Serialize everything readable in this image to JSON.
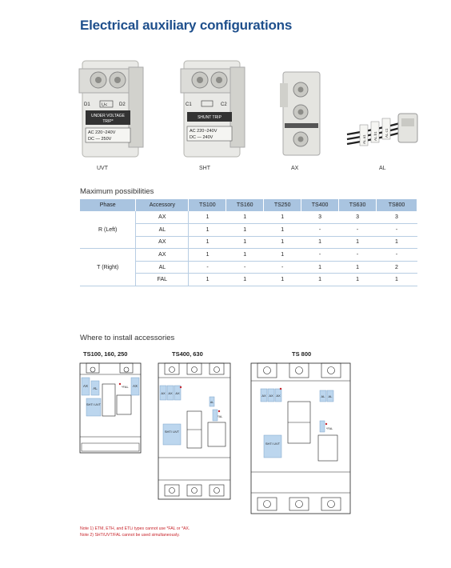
{
  "title": "Electrical auxiliary configurations",
  "products": [
    {
      "label": "UVT",
      "face_lines": [
        "UNDER VOLTAGE",
        "TRIP*",
        "AC  220~240V",
        "DC  —  250V"
      ],
      "terminals": [
        "D1",
        "U<",
        "D2"
      ]
    },
    {
      "label": "SHT",
      "face_lines": [
        "SHUNT TRIP",
        "AC  220~240V",
        "DC  —  240V"
      ],
      "terminals": [
        "C1",
        "C2"
      ]
    },
    {
      "label": "AX"
    },
    {
      "label": "AL",
      "tag_lines": [
        "AL  a1",
        "AL  b1",
        "AL  c1"
      ]
    }
  ],
  "max_section_title": "Maximum possibilities",
  "table": {
    "headers": [
      "Phase",
      "Accessory",
      "TS100",
      "TS160",
      "TS250",
      "TS400",
      "TS630",
      "TS800"
    ],
    "groups": [
      {
        "phase": "R (Left)",
        "rows": [
          {
            "acc": "AX",
            "vals": [
              "1",
              "1",
              "1",
              "3",
              "3",
              "3"
            ]
          },
          {
            "acc": "AL",
            "vals": [
              "1",
              "1",
              "1",
              "-",
              "-",
              "-"
            ]
          },
          {
            "acc": "AX",
            "vals": [
              "1",
              "1",
              "1",
              "1",
              "1",
              "1"
            ]
          }
        ]
      },
      {
        "phase": "T (Right)",
        "rows": [
          {
            "acc": "AX",
            "vals": [
              "1",
              "1",
              "1",
              "-",
              "-",
              "-"
            ]
          },
          {
            "acc": "AL",
            "vals": [
              "-",
              "-",
              "-",
              "1",
              "1",
              "2"
            ]
          },
          {
            "acc": "FAL",
            "vals": [
              "1",
              "1",
              "1",
              "1",
              "1",
              "1"
            ]
          }
        ]
      }
    ]
  },
  "install_section_title": "Where to install accessories",
  "diagrams": [
    {
      "title": "TS100, 160, 250",
      "labels": {
        "ax": "AX",
        "al": "AL",
        "fal": "*FAL",
        "sht": "SHT/ UVT"
      }
    },
    {
      "title": "TS400, 630",
      "labels": {
        "ax": "AX",
        "al": "AL",
        "fal": "*FAL",
        "sht": "SHT/ UVT"
      }
    },
    {
      "title": "TS 800",
      "labels": {
        "ax": "AX",
        "al": "AL",
        "fal": "*FAL",
        "sht": "SHT/ UVT"
      }
    }
  ],
  "notes": [
    "Note 1) ETM, ETH, and ETLi types cannot use *FAL or *AX.",
    "Note 2) SHT/UVT/FAL cannot be used simultaneously."
  ],
  "colors": {
    "title": "#1e4f8c",
    "table_header": "#a9c4e0",
    "accessory_fill": "#bcd6ee",
    "note": "#c8242b"
  }
}
